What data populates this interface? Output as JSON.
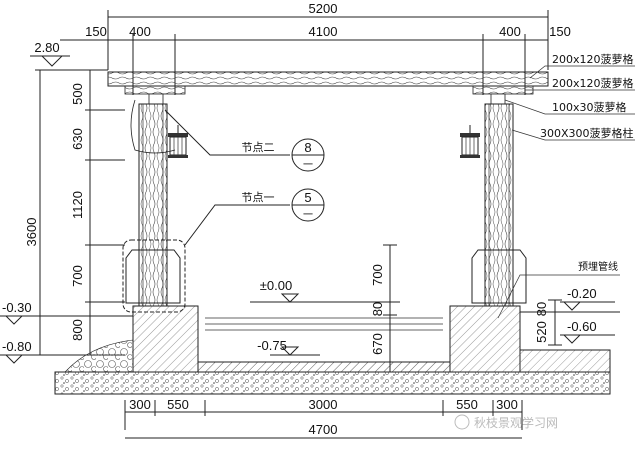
{
  "dims_top": {
    "overall": "5200",
    "left_overhang": "150",
    "right_overhang": "150",
    "left_col": "400",
    "span": "4100",
    "right_col": "400"
  },
  "dims_left": {
    "top_elev": "2.80",
    "d500": "500",
    "d630": "630",
    "d1120": "1120",
    "d700": "700",
    "d800": "800",
    "total": "3600",
    "elev_m030": "-0.30",
    "elev_m080": "-0.80"
  },
  "dims_inner": {
    "elev_000": "±0.00",
    "elev_m075": "-0.75",
    "d700": "700",
    "d80": "80",
    "d670": "670"
  },
  "dims_right": {
    "d80": "80",
    "d520": "520",
    "elev_m020": "-0.20",
    "elev_m060": "-0.60"
  },
  "dims_bottom": {
    "a": "300",
    "b": "550",
    "c": "3000",
    "d": "550",
    "e": "300",
    "total": "4700"
  },
  "callouts": {
    "node2_label": "节点二",
    "node2_top": "8",
    "node2_bottom": "一",
    "node1_label": "节点一",
    "node1_top": "5",
    "node1_bottom": "一"
  },
  "material_labels": [
    "200x120菠萝格",
    "200x120菠萝格",
    "100x30菠萝格",
    "300X300菠萝格柱"
  ],
  "pipe_label": "预埋管线",
  "watermark": "秋枝景观学习网"
}
